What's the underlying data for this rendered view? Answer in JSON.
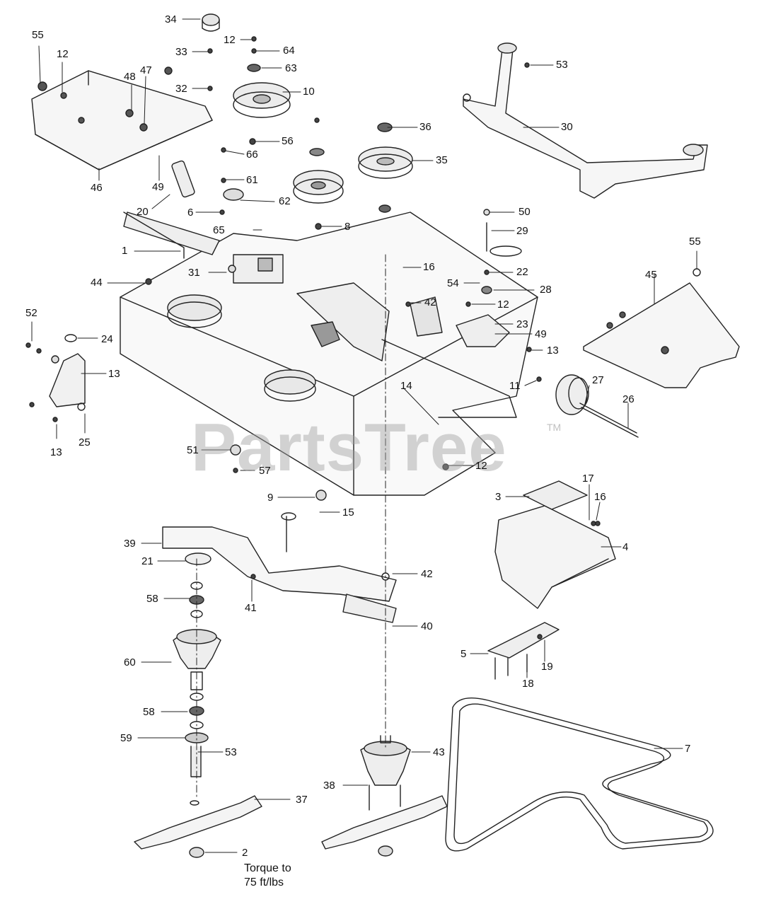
{
  "watermark": {
    "brand": "PartsTree",
    "tm": "TM"
  },
  "note": {
    "line1": "Torque to",
    "line2": "75 ft/lbs"
  },
  "colors": {
    "line": "#222222",
    "watermark": "#a0a0a0"
  },
  "callouts": [
    {
      "label": "34"
    },
    {
      "label": "12"
    },
    {
      "label": "64"
    },
    {
      "label": "33"
    },
    {
      "label": "63"
    },
    {
      "label": "55"
    },
    {
      "label": "12"
    },
    {
      "label": "48"
    },
    {
      "label": "47"
    },
    {
      "label": "32"
    },
    {
      "label": "10"
    },
    {
      "label": "53"
    },
    {
      "label": "36"
    },
    {
      "label": "30"
    },
    {
      "label": "56"
    },
    {
      "label": "35"
    },
    {
      "label": "66"
    },
    {
      "label": "46"
    },
    {
      "label": "49"
    },
    {
      "label": "61"
    },
    {
      "label": "62"
    },
    {
      "label": "20"
    },
    {
      "label": "6"
    },
    {
      "label": "8"
    },
    {
      "label": "50"
    },
    {
      "label": "65"
    },
    {
      "label": "29"
    },
    {
      "label": "1"
    },
    {
      "label": "55"
    },
    {
      "label": "16"
    },
    {
      "label": "45"
    },
    {
      "label": "31"
    },
    {
      "label": "22"
    },
    {
      "label": "44"
    },
    {
      "label": "54"
    },
    {
      "label": "28"
    },
    {
      "label": "42"
    },
    {
      "label": "12"
    },
    {
      "label": "52"
    },
    {
      "label": "23"
    },
    {
      "label": "24"
    },
    {
      "label": "49"
    },
    {
      "label": "13"
    },
    {
      "label": "13"
    },
    {
      "label": "14"
    },
    {
      "label": "11"
    },
    {
      "label": "27"
    },
    {
      "label": "26"
    },
    {
      "label": "13"
    },
    {
      "label": "25"
    },
    {
      "label": "51"
    },
    {
      "label": "12"
    },
    {
      "label": "57"
    },
    {
      "label": "17"
    },
    {
      "label": "16"
    },
    {
      "label": "3"
    },
    {
      "label": "9"
    },
    {
      "label": "15"
    },
    {
      "label": "39"
    },
    {
      "label": "4"
    },
    {
      "label": "21"
    },
    {
      "label": "42"
    },
    {
      "label": "58"
    },
    {
      "label": "41"
    },
    {
      "label": "40"
    },
    {
      "label": "60"
    },
    {
      "label": "5"
    },
    {
      "label": "19"
    },
    {
      "label": "18"
    },
    {
      "label": "58"
    },
    {
      "label": "7"
    },
    {
      "label": "59"
    },
    {
      "label": "43"
    },
    {
      "label": "53"
    },
    {
      "label": "38"
    },
    {
      "label": "37"
    },
    {
      "label": "2"
    }
  ]
}
